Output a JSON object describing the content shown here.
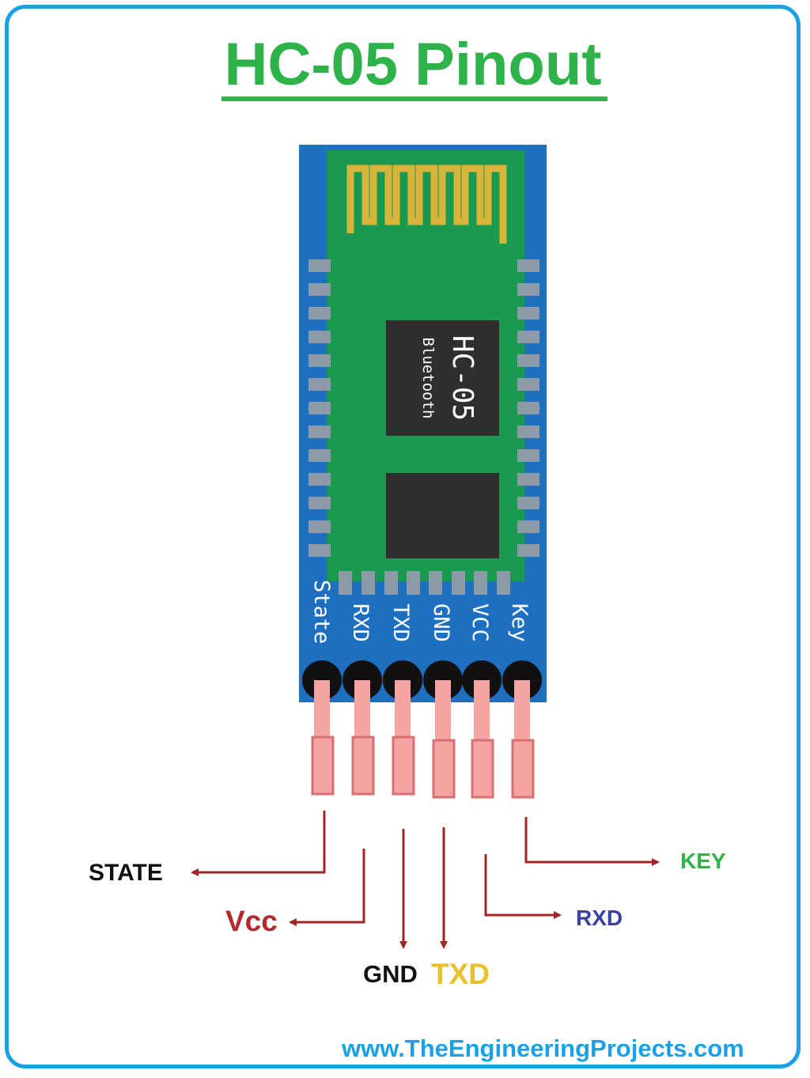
{
  "title": "HC-05 Pinout",
  "chip": {
    "line1": "HC-05",
    "line2": "Bluetooth"
  },
  "board_pins": [
    "State",
    "RXD",
    "TXD",
    "GND",
    "VCC",
    "Key"
  ],
  "callouts": {
    "state": {
      "text": "STATE",
      "color": "#111111"
    },
    "vcc": {
      "text": "Vcc",
      "color": "#b22a2a"
    },
    "gnd": {
      "text": "GND",
      "color": "#111111"
    },
    "txd": {
      "text": "TXD",
      "color": "#e8c12a"
    },
    "rxd": {
      "text": "RXD",
      "color": "#3b3f9e"
    },
    "key": {
      "text": "KEY",
      "color": "#2db34a"
    }
  },
  "footer": "www.TheEngineeringProjects.com",
  "colors": {
    "title": "#2db34a",
    "frame": "#1aa0e6",
    "board": "#1e6fc0",
    "pcb": "#1a9a50",
    "antenna": "#d9b43a",
    "chip": "#2f2f2f",
    "pad": "#8c9aa8",
    "pin": "#f5a3a3",
    "arrow": "#a32424"
  }
}
